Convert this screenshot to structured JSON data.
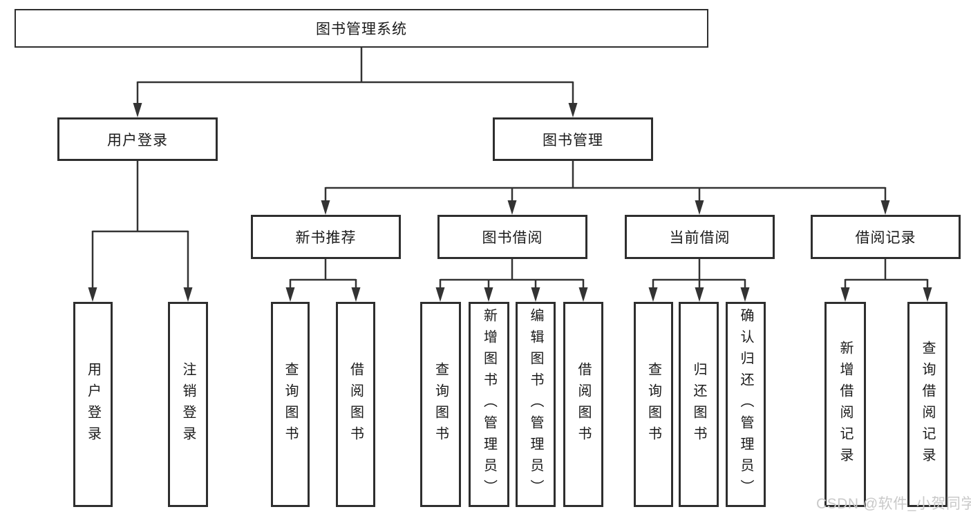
{
  "tree": {
    "label": "图书管理系统",
    "children": [
      {
        "label": "用户登录",
        "children": [
          {
            "label": "用户登录"
          },
          {
            "label": "注销登录"
          }
        ]
      },
      {
        "label": "图书管理",
        "children": [
          {
            "label": "新书推荐",
            "children": [
              {
                "label": "查询图书"
              },
              {
                "label": "借阅图书"
              }
            ]
          },
          {
            "label": "图书借阅",
            "children": [
              {
                "label": "查询图书"
              },
              {
                "label": "新增图书（管理员）"
              },
              {
                "label": "编辑图书（管理员）"
              },
              {
                "label": "借阅图书"
              }
            ]
          },
          {
            "label": "当前借阅",
            "children": [
              {
                "label": "查询图书"
              },
              {
                "label": "归还图书"
              },
              {
                "label": "确认归还（管理员）"
              }
            ]
          },
          {
            "label": "借阅记录",
            "children": [
              {
                "label": "新增借阅记录"
              },
              {
                "label": "查询借阅记录"
              }
            ]
          }
        ]
      }
    ]
  },
  "watermark": {
    "text": "CSDN @软件_小贺同学"
  },
  "colors": {
    "line": "#333333",
    "box_border": "#2e2e2e",
    "text": "#1a1a1a",
    "watermark": "#c9c9c9",
    "background": "#ffffff"
  }
}
